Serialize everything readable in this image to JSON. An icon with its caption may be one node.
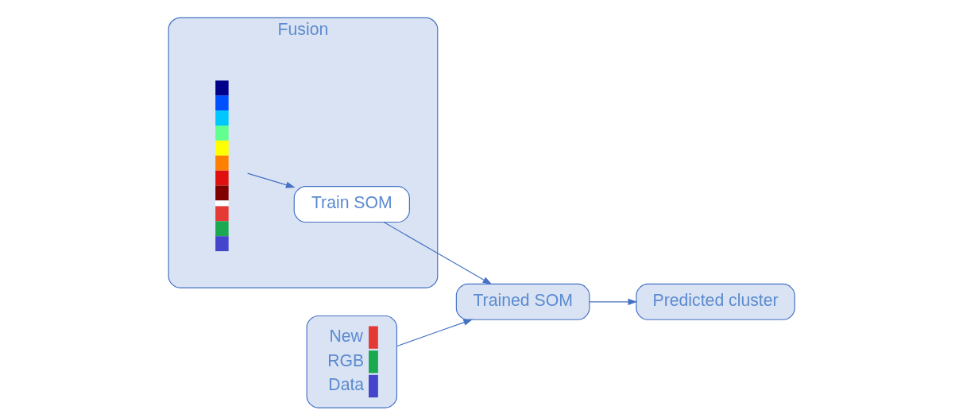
{
  "diagram": {
    "nodes": [
      {
        "text": [
          "Fusion"
        ]
      },
      {
        "text": [],
        "shape": "bar",
        "in": 0
      },
      {
        "text": [
          "Train SOM"
        ],
        "in": 0
      },
      {
        "text": [
          "New RGB Data"
        ]
      },
      {
        "text": [
          "Trained SOM"
        ]
      },
      {
        "text": [
          "Predicted cluster"
        ]
      }
    ],
    "edges": [
      {
        "from": 1,
        "to": 2,
        "arrow": "to"
      },
      {
        "from": 2,
        "to": 4,
        "arrow": "to"
      },
      {
        "from": 3,
        "to": 4,
        "arrow": "to"
      },
      {
        "from": 4,
        "to": 5,
        "arrow": "to"
      }
    ]
  }
}
